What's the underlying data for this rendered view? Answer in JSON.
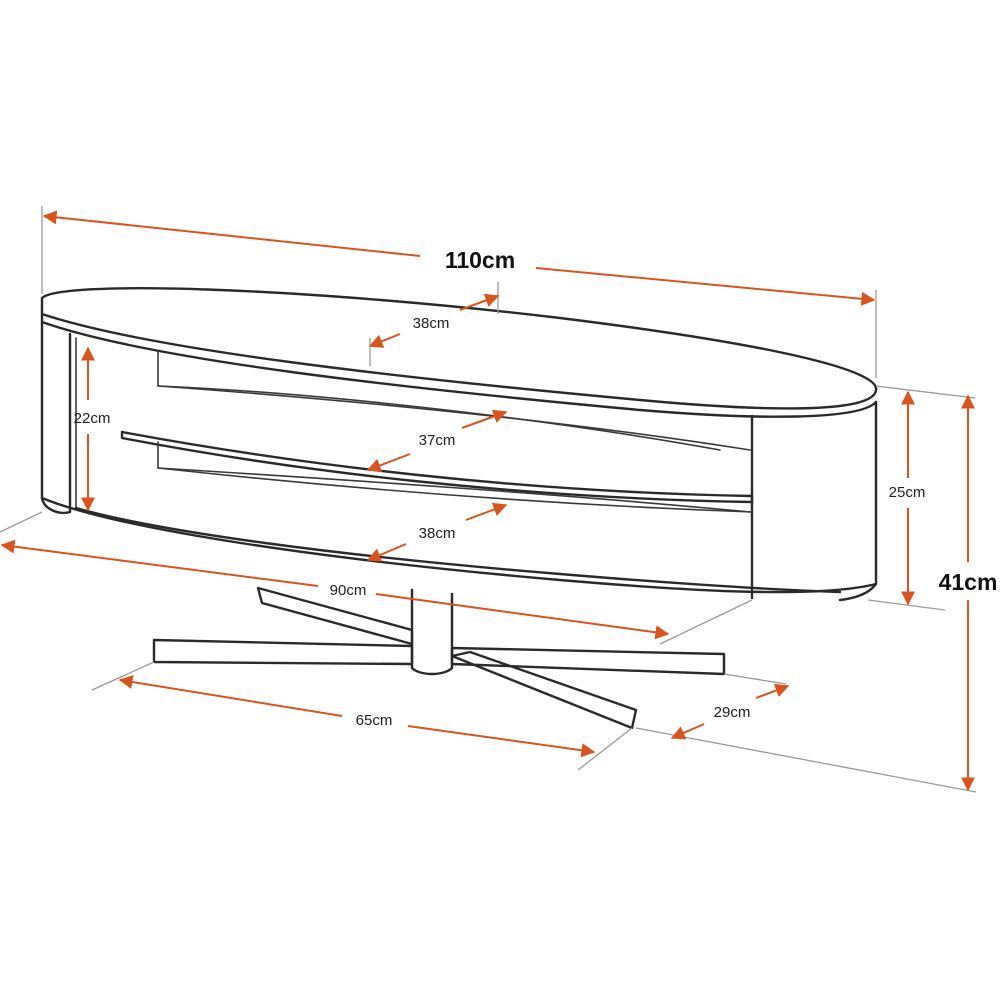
{
  "dimensions": {
    "overall_width": "110cm",
    "top_depth": "38cm",
    "upper_shelf_height": "22cm",
    "shelf_depth": "37cm",
    "base_depth": "38cm",
    "body_height": "25cm",
    "overall_height": "41cm",
    "base_width": "90cm",
    "foot_width": "65cm",
    "foot_depth": "29cm"
  },
  "colors": {
    "dimension_arrow": "#d9541e",
    "outline": "#2a2a2a",
    "extension_line": "#9a9a9a"
  }
}
